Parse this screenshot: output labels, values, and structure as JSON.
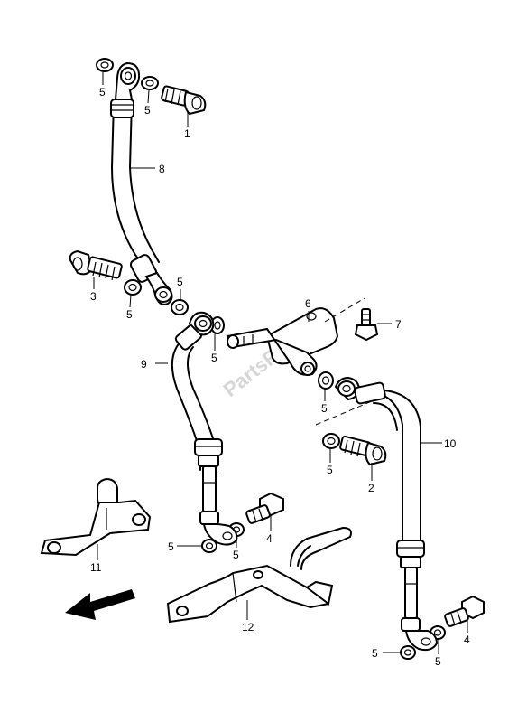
{
  "watermark": "PartsRepublik",
  "callouts": [
    {
      "id": "c1",
      "text": "1"
    },
    {
      "id": "c2",
      "text": "2"
    },
    {
      "id": "c3",
      "text": "3"
    },
    {
      "id": "c4a",
      "text": "4"
    },
    {
      "id": "c4b",
      "text": "4"
    },
    {
      "id": "c5a",
      "text": "5"
    },
    {
      "id": "c5b",
      "text": "5"
    },
    {
      "id": "c5c",
      "text": "5"
    },
    {
      "id": "c5d",
      "text": "5"
    },
    {
      "id": "c5e",
      "text": "5"
    },
    {
      "id": "c5f",
      "text": "5"
    },
    {
      "id": "c5g",
      "text": "5"
    },
    {
      "id": "c5h",
      "text": "5"
    },
    {
      "id": "c5i",
      "text": "5"
    },
    {
      "id": "c5j",
      "text": "5"
    },
    {
      "id": "c5k",
      "text": "5"
    },
    {
      "id": "c5l",
      "text": "5"
    },
    {
      "id": "c6",
      "text": "6"
    },
    {
      "id": "c7",
      "text": "7"
    },
    {
      "id": "c8",
      "text": "8"
    },
    {
      "id": "c9",
      "text": "9"
    },
    {
      "id": "c10",
      "text": "10"
    },
    {
      "id": "c11",
      "text": "11"
    },
    {
      "id": "c12",
      "text": "12"
    }
  ]
}
